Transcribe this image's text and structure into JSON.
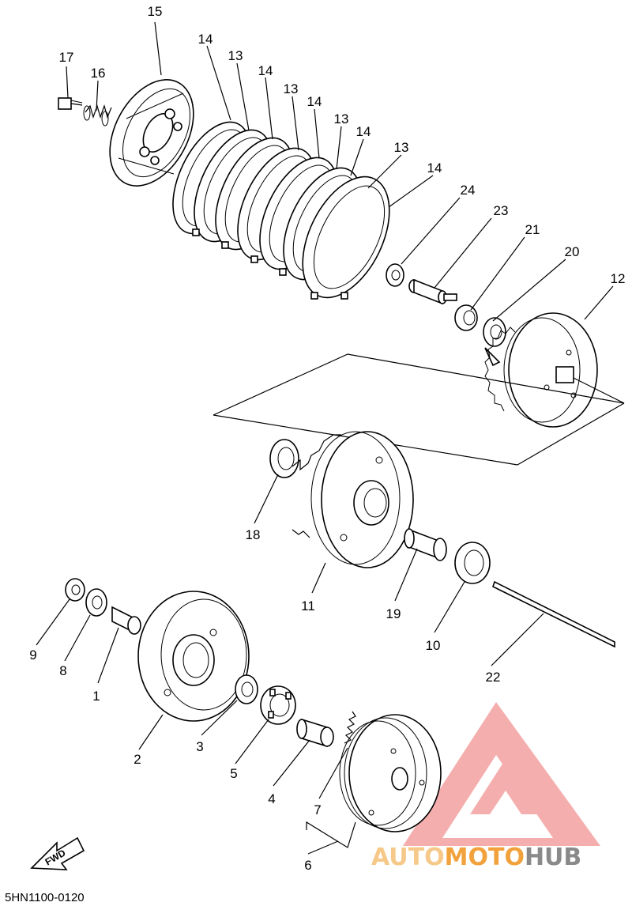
{
  "callouts": [
    {
      "id": "15",
      "text": "15"
    },
    {
      "id": "17",
      "text": "17"
    },
    {
      "id": "16",
      "text": "16"
    },
    {
      "id": "14a",
      "text": "14"
    },
    {
      "id": "13a",
      "text": "13"
    },
    {
      "id": "14b",
      "text": "14"
    },
    {
      "id": "13b",
      "text": "13"
    },
    {
      "id": "14c",
      "text": "14"
    },
    {
      "id": "13c",
      "text": "13"
    },
    {
      "id": "14d",
      "text": "14"
    },
    {
      "id": "13d",
      "text": "13"
    },
    {
      "id": "14e",
      "text": "14"
    },
    {
      "id": "24",
      "text": "24"
    },
    {
      "id": "23",
      "text": "23"
    },
    {
      "id": "21",
      "text": "21"
    },
    {
      "id": "20",
      "text": "20"
    },
    {
      "id": "12",
      "text": "12"
    },
    {
      "id": "18",
      "text": "18"
    },
    {
      "id": "11",
      "text": "11"
    },
    {
      "id": "19",
      "text": "19"
    },
    {
      "id": "10",
      "text": "10"
    },
    {
      "id": "22",
      "text": "22"
    },
    {
      "id": "9",
      "text": "9"
    },
    {
      "id": "8",
      "text": "8"
    },
    {
      "id": "1",
      "text": "1"
    },
    {
      "id": "2",
      "text": "2"
    },
    {
      "id": "3",
      "text": "3"
    },
    {
      "id": "5",
      "text": "5"
    },
    {
      "id": "4",
      "text": "4"
    },
    {
      "id": "7",
      "text": "7"
    },
    {
      "id": "6",
      "text": "6"
    }
  ],
  "fwd_label": "FWD",
  "diagram_code": "5HN1100-0120",
  "watermark": {
    "part1": "AUTO",
    "part2": "MOTO",
    "part3": "HUB",
    "color_light": "#f6c98a",
    "color_orange": "#f2a23c",
    "color_gray": "#8a8a8a",
    "logo_color": "#f4a0a0"
  }
}
